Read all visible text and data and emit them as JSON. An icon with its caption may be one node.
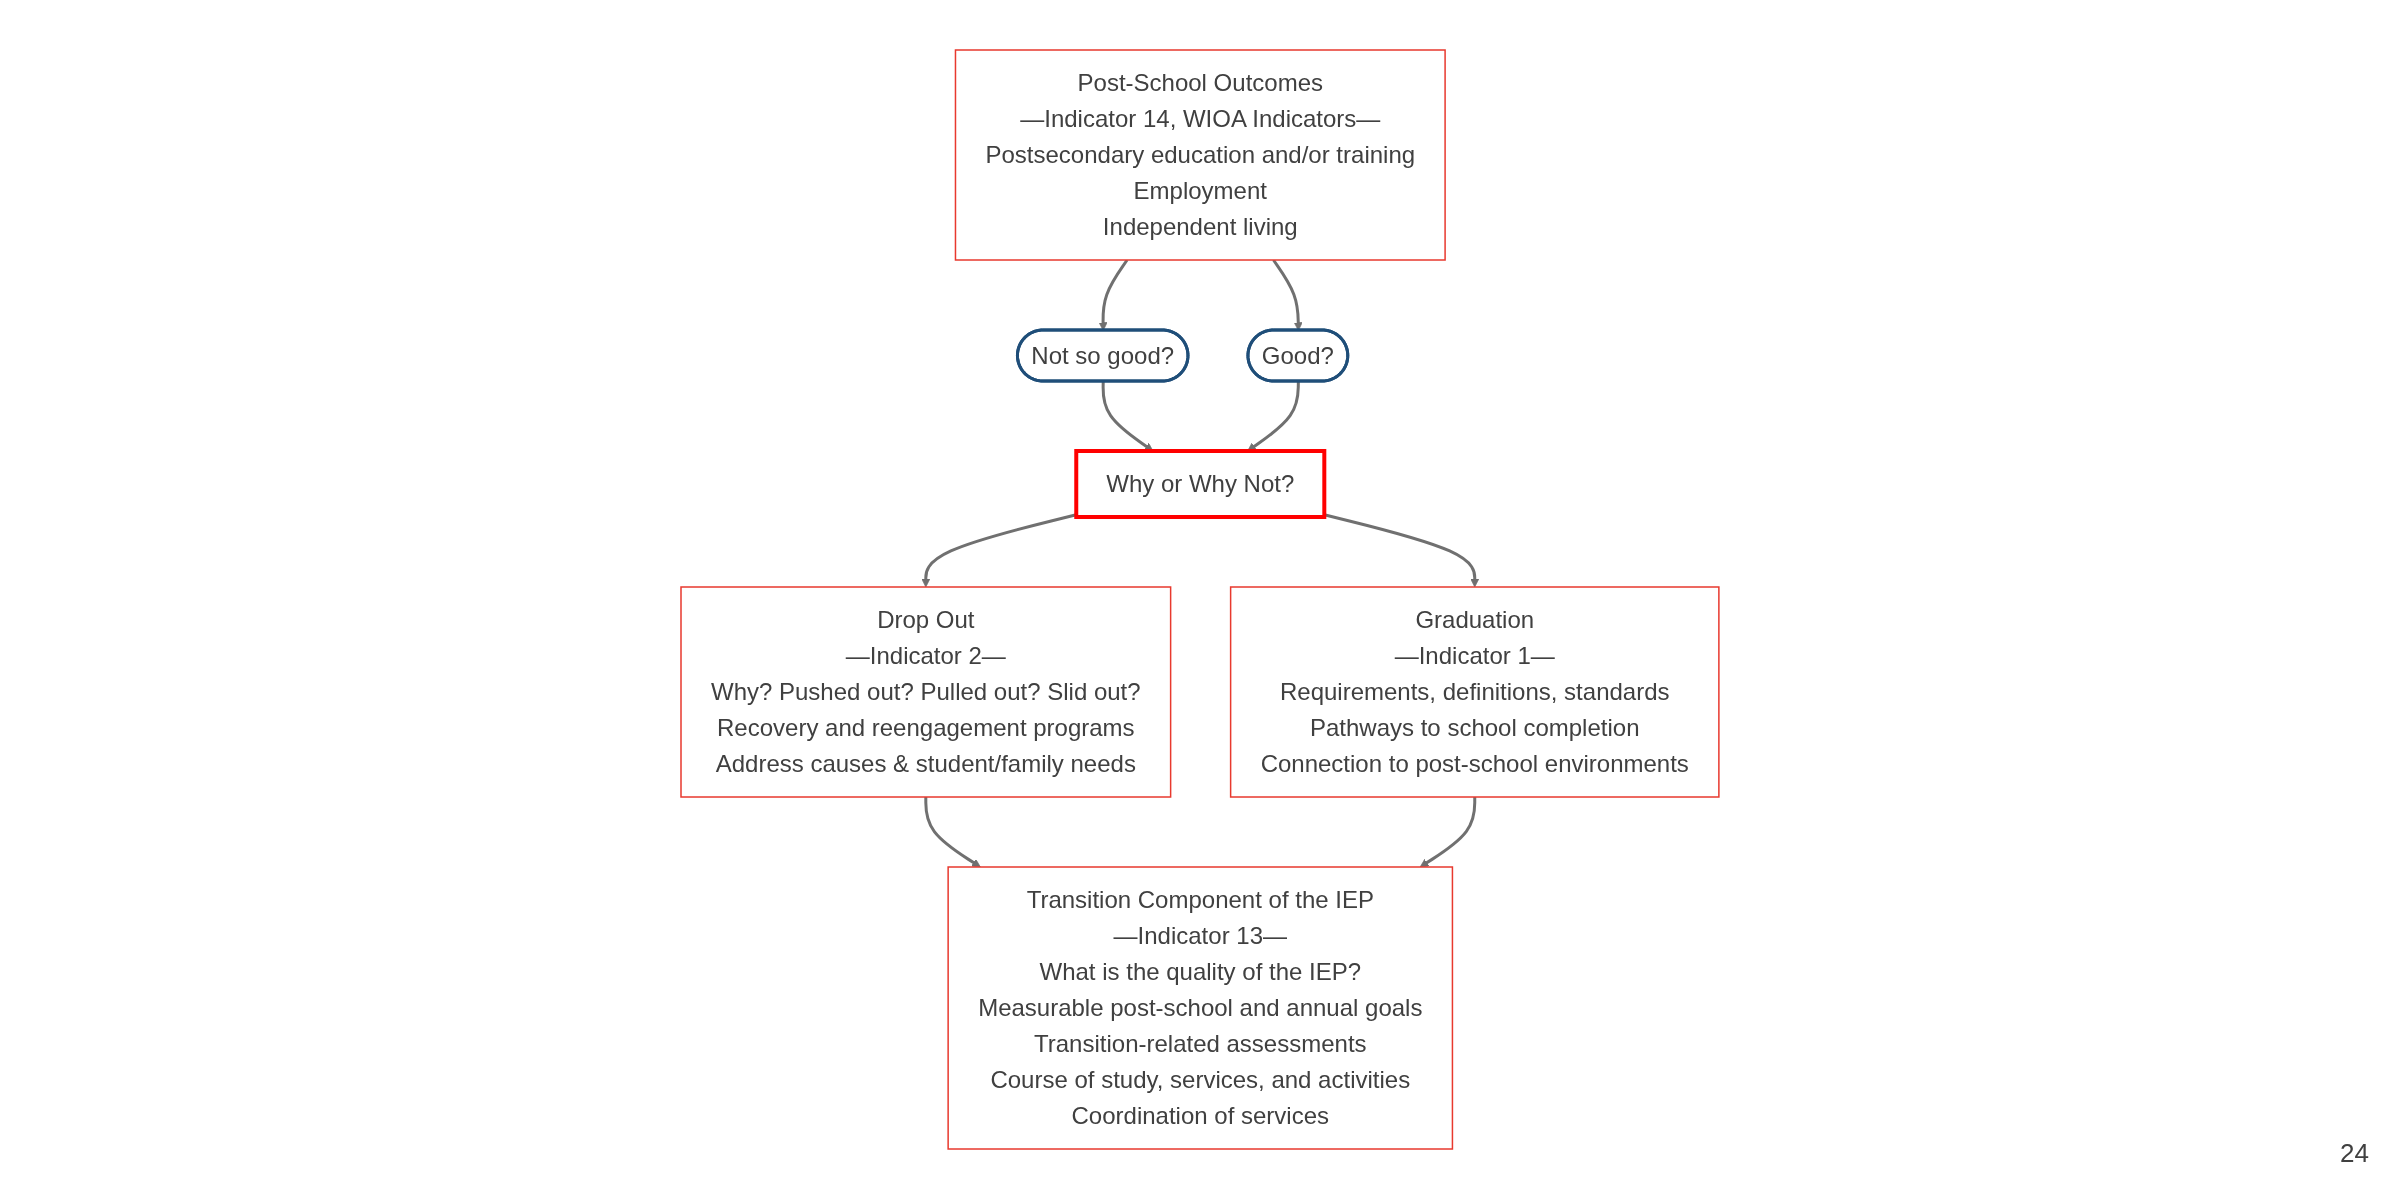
{
  "diagram": {
    "nodes": [
      {
        "text": [
          "Post-School Outcomes",
          "—Indicator 14, WIOA Indicators—",
          "Postsecondary education and/or training",
          "Employment",
          "Independent living"
        ]
      },
      {
        "text": [
          "Not so good?"
        ]
      },
      {
        "text": [
          "Good?"
        ]
      },
      {
        "text": [
          "Why or Why Not?"
        ]
      },
      {
        "text": [
          "Drop Out",
          "—Indicator 2—",
          "Why? Pushed out? Pulled out? Slid out?",
          "Recovery and reengagement programs",
          "Address causes & student/family needs"
        ]
      },
      {
        "text": [
          "Graduation",
          "—Indicator 1—",
          "Requirements, definitions, standards",
          "Pathways to school completion",
          "Connection to post-school environments"
        ]
      },
      {
        "text": [
          "Transition Component of the IEP",
          "—Indicator 13—",
          "What is the quality of the IEP?",
          "Measurable post-school and annual goals",
          "Transition-related assessments",
          "Course of study, services, and activities",
          "Coordination of services"
        ]
      }
    ],
    "edges": [
      {
        "from": 0,
        "to": 1,
        "arrow": "to"
      },
      {
        "from": 0,
        "to": 2,
        "arrow": "to"
      },
      {
        "from": 1,
        "to": 3,
        "arrow": "to"
      },
      {
        "from": 2,
        "to": 3,
        "arrow": "to"
      },
      {
        "from": 3,
        "to": 4,
        "arrow": "to"
      },
      {
        "from": 3,
        "to": 5,
        "arrow": "to"
      },
      {
        "from": 4,
        "to": 6,
        "arrow": "to"
      },
      {
        "from": 5,
        "to": 6,
        "arrow": "to"
      }
    ],
    "labels": [
      "24"
    ]
  }
}
